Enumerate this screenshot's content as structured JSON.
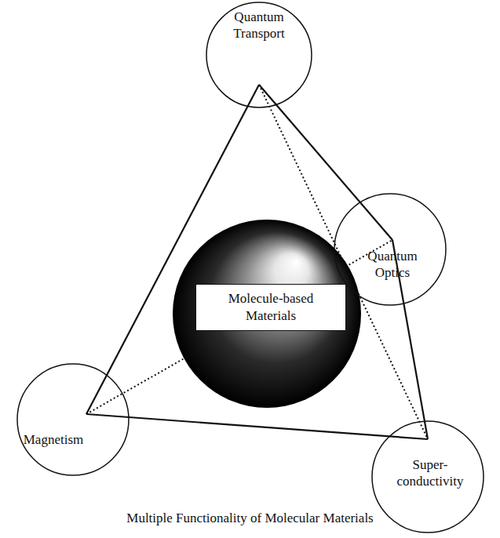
{
  "diagram": {
    "caption": "Multiple Functionality of Molecular Materials",
    "nodes": [
      {
        "text": [
          "Quantum Transport"
        ]
      },
      {
        "text": [
          "Quantum Optics"
        ]
      },
      {
        "text": [
          "Molecule-based Materials"
        ]
      },
      {
        "text": [
          "Magnetism"
        ]
      },
      {
        "text": [
          "Super- conductivity"
        ]
      }
    ],
    "edges": [
      {
        "from": 0,
        "to": 3,
        "arrow": "none"
      },
      {
        "from": 3,
        "to": 4,
        "arrow": "none"
      },
      {
        "from": 0,
        "to": 1,
        "arrow": "none"
      },
      {
        "from": 1,
        "to": 4,
        "arrow": "none"
      },
      {
        "from": 0,
        "to": 4,
        "arrow": "none"
      },
      {
        "from": 3,
        "to": 1,
        "arrow": "none"
      }
    ]
  }
}
